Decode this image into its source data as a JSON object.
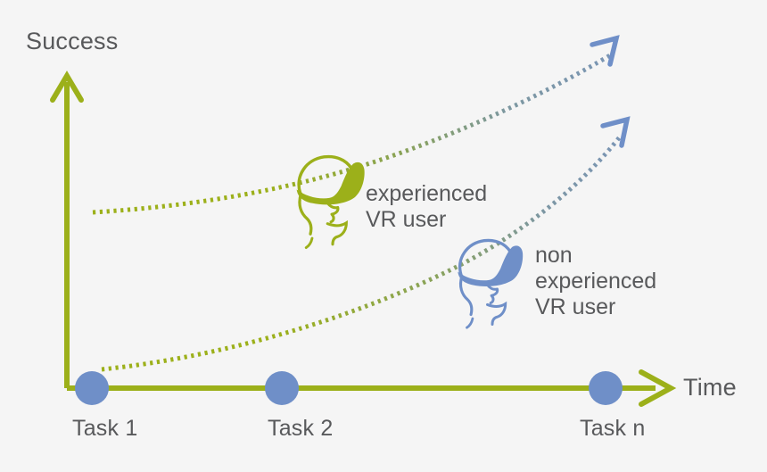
{
  "figure": {
    "background_color": "#f5f5f5",
    "text_color": "#58595b",
    "axis_color": "#9cb01a",
    "green_color": "#9cb01a",
    "blue_color": "#6f8fc8",
    "curve_fade_color": "#7a95b5"
  },
  "axes": {
    "y_title": "Success",
    "x_title": "Time"
  },
  "ticks": [
    {
      "label": "Task 1"
    },
    {
      "label": "Task 2"
    },
    {
      "label": "Task n"
    }
  ],
  "annotations": {
    "experienced": "experienced\nVR user",
    "non_experienced": "non\nexperienced\nVR user"
  },
  "icons": {
    "green_headset": "vr-headset-icon",
    "blue_headset": "vr-headset-icon",
    "y_arrow": "arrow-up-icon",
    "x_arrow": "arrow-right-icon",
    "curve_arrow_upper": "arrow-up-right-icon",
    "curve_arrow_lower": "arrow-up-right-icon"
  },
  "chart_data": {
    "type": "line",
    "title": "",
    "xlabel": "Time",
    "ylabel": "Success",
    "grid": false,
    "legend_position": "inline-annotations",
    "x_categories": [
      "Task 1",
      "Task 2",
      "Task n"
    ],
    "x_tick_positions": [
      103,
      316,
      679
    ],
    "xlim": [
      70,
      760
    ],
    "ylim": [
      0,
      1
    ],
    "axis_origin": [
      75,
      435
    ],
    "markers": {
      "shape": "circle",
      "color": "#6f8fc8",
      "radius": 19,
      "points": [
        {
          "category": "Task 1",
          "x": 103,
          "y": 435
        },
        {
          "category": "Task 2",
          "x": 316,
          "y": 435
        },
        {
          "category": "Task n",
          "x": 679,
          "y": 435
        }
      ]
    },
    "series": [
      {
        "name": "experienced VR user",
        "style": "dotted",
        "start_color": "#9cb01a",
        "end_color": "#7a95b5",
        "arrowhead_color": "#6f8fc8",
        "description": "Starts high and rises steadily to the top-right",
        "points": [
          {
            "x": 104,
            "y": 237
          },
          {
            "x": 200,
            "y": 226
          },
          {
            "x": 300,
            "y": 210
          },
          {
            "x": 400,
            "y": 185
          },
          {
            "x": 500,
            "y": 150
          },
          {
            "x": 600,
            "y": 108
          },
          {
            "x": 680,
            "y": 66
          }
        ]
      },
      {
        "name": "non experienced VR user",
        "style": "dotted",
        "start_color": "#9cb01a",
        "end_color": "#7a95b5",
        "arrowhead_color": "#6f8fc8",
        "description": "Starts low near the origin and curves up sharply to the right",
        "points": [
          {
            "x": 113,
            "y": 413
          },
          {
            "x": 220,
            "y": 394
          },
          {
            "x": 330,
            "y": 368
          },
          {
            "x": 440,
            "y": 332
          },
          {
            "x": 545,
            "y": 284
          },
          {
            "x": 640,
            "y": 215
          },
          {
            "x": 694,
            "y": 155
          }
        ]
      }
    ]
  }
}
